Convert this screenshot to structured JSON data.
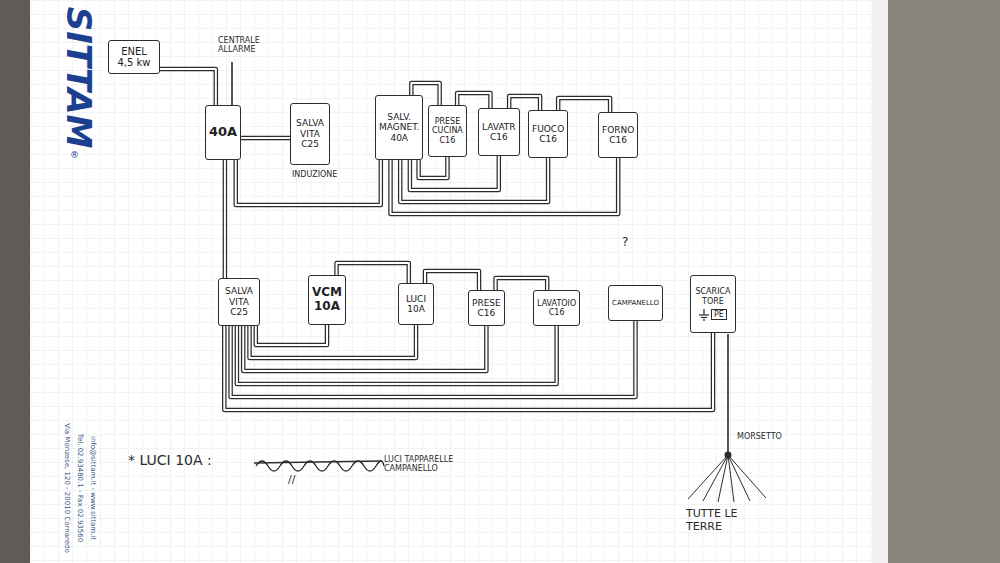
{
  "diagram": {
    "nodes": [
      {
        "text": [
          "ENEL 4,5 kw"
        ]
      },
      {
        "text": [
          "40A"
        ]
      },
      {
        "text": [
          "SALVA VITA C25"
        ]
      },
      {
        "text": [
          "SALV. MAGNET. 40A"
        ]
      },
      {
        "text": [
          "PRESE CUCINA C16"
        ]
      },
      {
        "text": [
          "LAVATR C16"
        ]
      },
      {
        "text": [
          "FUOCO C16"
        ]
      },
      {
        "text": [
          "FORNO C16"
        ]
      },
      {
        "text": [
          "SALVA VITA C25"
        ]
      },
      {
        "text": [
          "VCM 10A"
        ]
      },
      {
        "text": [
          "LUCI 10A"
        ]
      },
      {
        "text": [
          "PRESE C16"
        ]
      },
      {
        "text": [
          "LAVATOIO C16"
        ]
      },
      {
        "text": [
          "CAMPANELLO"
        ]
      },
      {
        "text": [
          "SCARICA TORE",
          "PE"
        ]
      }
    ],
    "edges": [
      {
        "from": 0,
        "to": 1,
        "arrow": "none"
      },
      {
        "from": 1,
        "to": 2,
        "arrow": "none"
      },
      {
        "from": 1,
        "to": 3,
        "arrow": "none"
      },
      {
        "from": 1,
        "to": 8,
        "arrow": "none"
      },
      {
        "from": 3,
        "to": 4,
        "arrow": "none"
      },
      {
        "from": 3,
        "to": 5,
        "arrow": "none"
      },
      {
        "from": 3,
        "to": 6,
        "arrow": "none"
      },
      {
        "from": 3,
        "to": 7,
        "arrow": "none"
      },
      {
        "from": 3,
        "to": 4,
        "arrow": "none"
      },
      {
        "from": 4,
        "to": 5,
        "arrow": "none"
      },
      {
        "from": 5,
        "to": 6,
        "arrow": "none"
      },
      {
        "from": 6,
        "to": 7,
        "arrow": "none"
      },
      {
        "from": 8,
        "to": 9,
        "arrow": "none"
      },
      {
        "from": 8,
        "to": 10,
        "arrow": "none"
      },
      {
        "from": 8,
        "to": 11,
        "arrow": "none"
      },
      {
        "from": 8,
        "to": 12,
        "arrow": "none"
      },
      {
        "from": 8,
        "to": 13,
        "arrow": "none"
      },
      {
        "from": 8,
        "to": 14,
        "arrow": "none"
      },
      {
        "from": 9,
        "to": 10,
        "arrow": "none"
      },
      {
        "from": 10,
        "to": 11,
        "arrow": "none"
      },
      {
        "from": 11,
        "to": 12,
        "arrow": "none"
      }
    ],
    "labels": [
      "SITTAM",
      "®",
      "CENTRALE ALLARME",
      "INDUZIONE",
      "?",
      "MORSETTO",
      "TUTTE LE TERRE",
      "* LUCI 10A :",
      "//",
      "LUCI TAPPARELLE CAMPANELLO",
      "Via Monzese, 120 - 20010 Cornaredo",
      "Tel. 02.93480.1 - Fax 02.93560",
      "info@sittam.it - www.sittam.it"
    ]
  }
}
